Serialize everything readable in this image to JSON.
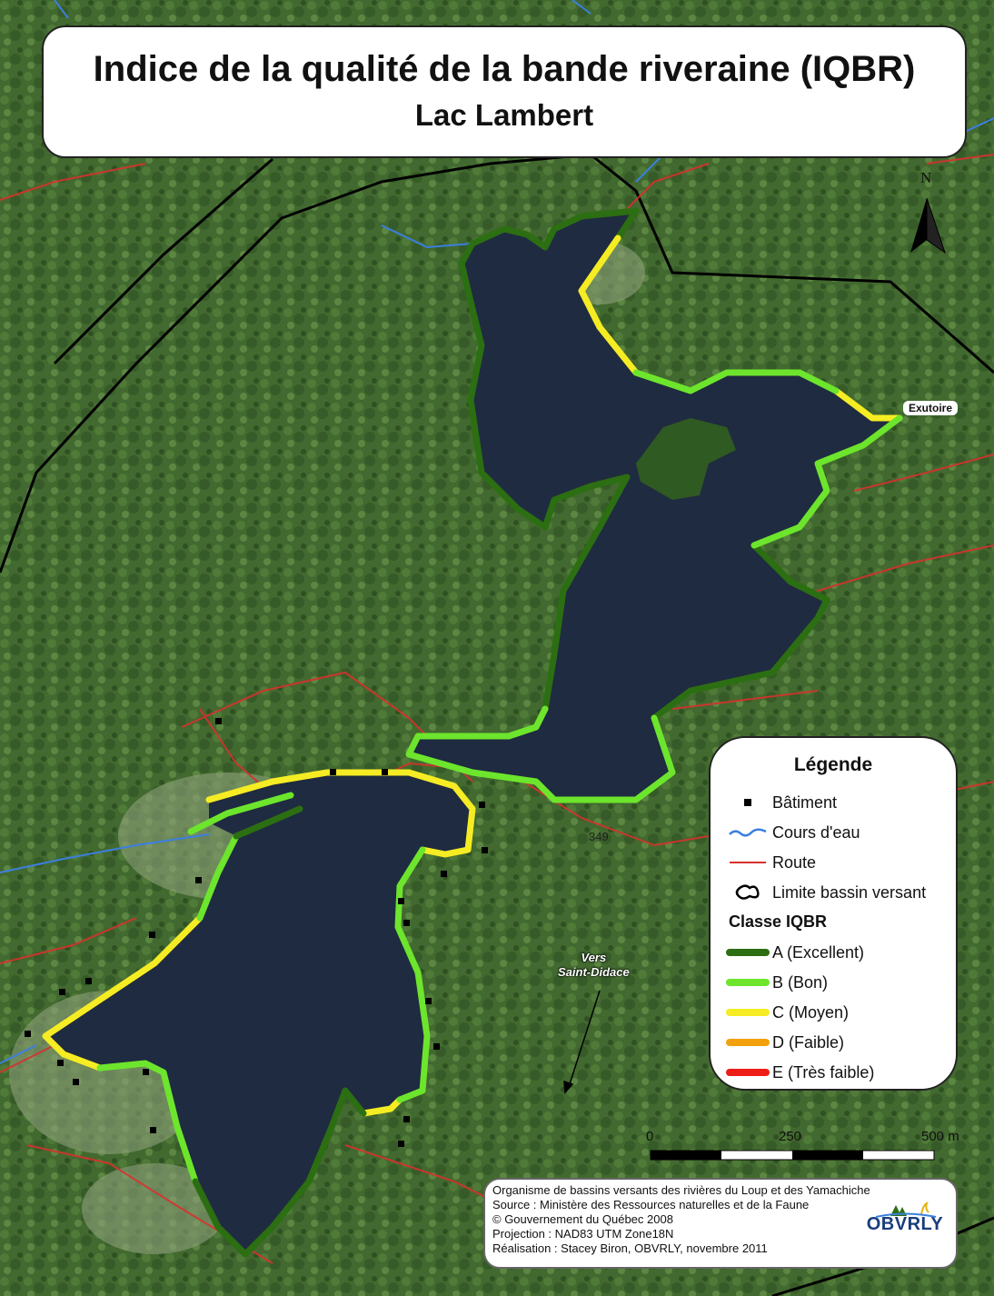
{
  "title": {
    "main": "Indice de la qualité de la bande riveraine (IQBR)",
    "sub": "Lac Lambert"
  },
  "north_arrow": {
    "letter": "N",
    "icon": "north-arrow-icon"
  },
  "labels": {
    "exutoire": "Exutoire",
    "road_number": "349",
    "vers_line1": "Vers",
    "vers_line2": "Saint-Didace"
  },
  "legend": {
    "title": "Légende",
    "items": [
      {
        "label": "Bâtiment",
        "icon": "building-icon"
      },
      {
        "label": "Cours d'eau",
        "icon": "stream-icon",
        "color": "#3b7fe0"
      },
      {
        "label": "Route",
        "icon": "road-icon",
        "color": "#d8312e"
      },
      {
        "label": "Limite bassin versant",
        "icon": "watershed-limit-icon"
      }
    ],
    "class_title": "Classe IQBR",
    "classes": [
      {
        "label": "A (Excellent)",
        "color": "#2c6e12"
      },
      {
        "label": "B (Bon)",
        "color": "#6ce52c"
      },
      {
        "label": "C (Moyen)",
        "color": "#f5ec23"
      },
      {
        "label": "D (Faible)",
        "color": "#f2a10c"
      },
      {
        "label": "E (Très faible)",
        "color": "#ec1e17"
      }
    ]
  },
  "scale_bar": {
    "labels": [
      "0",
      "250",
      "500 m"
    ]
  },
  "credits": {
    "lines": [
      "Organisme de bassins versants des rivières du Loup et des Yamachiche",
      "Source : Ministère des Ressources naturelles et de la Faune",
      "© Gouvernement du Québec 2008",
      "Projection : NAD83  UTM Zone18N",
      "Réalisation : Stacey Biron, OBVRLY, novembre 2011"
    ]
  },
  "logo": {
    "text": "OBVRLY"
  },
  "colors": {
    "forest": "#3f6630",
    "water": "#1f2b40",
    "road": "#d8312e",
    "stream": "#3b7fe0"
  }
}
